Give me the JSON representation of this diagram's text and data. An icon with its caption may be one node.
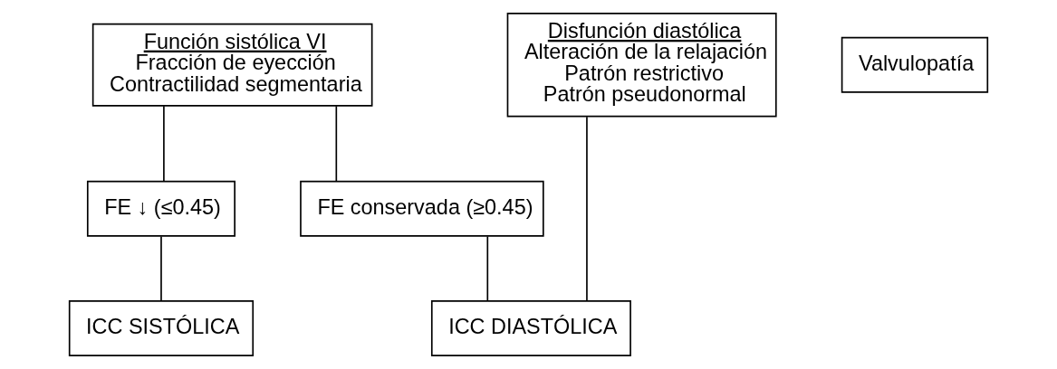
{
  "diagram": {
    "nodes": [
      {
        "text": [
          "Función sistólica VI",
          "Fracción de eyección",
          "Contractilidad segmentaria"
        ]
      },
      {
        "text": [
          "Disfunción diastólica",
          "Alteración de la relajación",
          "Patrón restrictivo",
          "Patrón pseudonormal"
        ]
      },
      {
        "text": [
          "Valvulopatía"
        ]
      },
      {
        "text": [
          "FE ↓ (≤0.45)"
        ]
      },
      {
        "text": [
          "FE conservada (≥0.45)"
        ]
      },
      {
        "text": [
          "ICC SISTÓLICA"
        ]
      },
      {
        "text": [
          "ICC DIASTÓLICA"
        ]
      }
    ],
    "edges": [
      {
        "from": 0,
        "to": 3,
        "arrow": "none"
      },
      {
        "from": 0,
        "to": 4,
        "arrow": "none"
      },
      {
        "from": 3,
        "to": 5,
        "arrow": "none"
      },
      {
        "from": 4,
        "to": 6,
        "arrow": "none"
      },
      {
        "from": 1,
        "to": 6,
        "arrow": "none"
      }
    ]
  }
}
